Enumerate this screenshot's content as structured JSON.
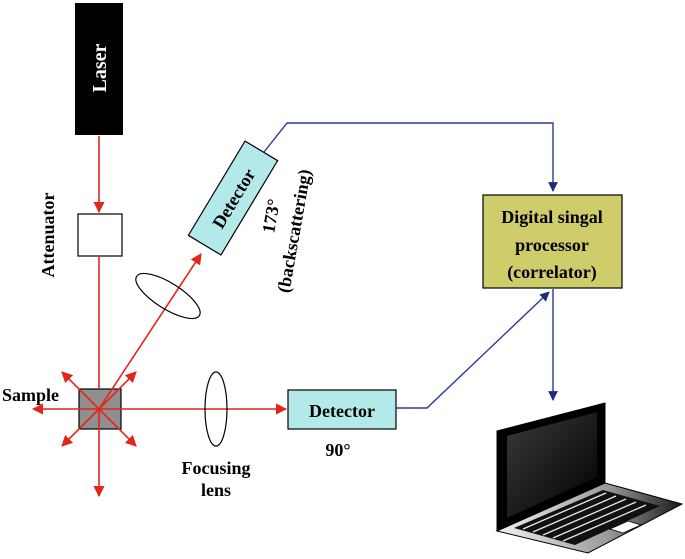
{
  "diagram": {
    "laser_label": "Laser",
    "attenuator_label": "Attenuator",
    "sample_label": "Sample",
    "focusing_label_line1": "Focusing",
    "focusing_label_line2": "lens",
    "detector_side_label": "Detector",
    "detector_side_angle": "90°",
    "detector_back_label": "Detector",
    "detector_back_angle": "173°",
    "detector_back_note": "(backscattering)",
    "processor_line1": "Digital singal",
    "processor_line2": "processor",
    "processor_line3": "(correlator)"
  },
  "colors": {
    "laser_beam": "#e2261c",
    "signal_line": "#2b3a9c",
    "detector_fill": "#b4e9ea",
    "processor_fill": "#cfcc6b",
    "sample_fill": "#8f8f8f",
    "laser_fill": "#000000"
  },
  "icons": [
    "laser-source",
    "attenuator-box",
    "lens",
    "sample-cuvette",
    "detector-box",
    "laptop-icon"
  ]
}
